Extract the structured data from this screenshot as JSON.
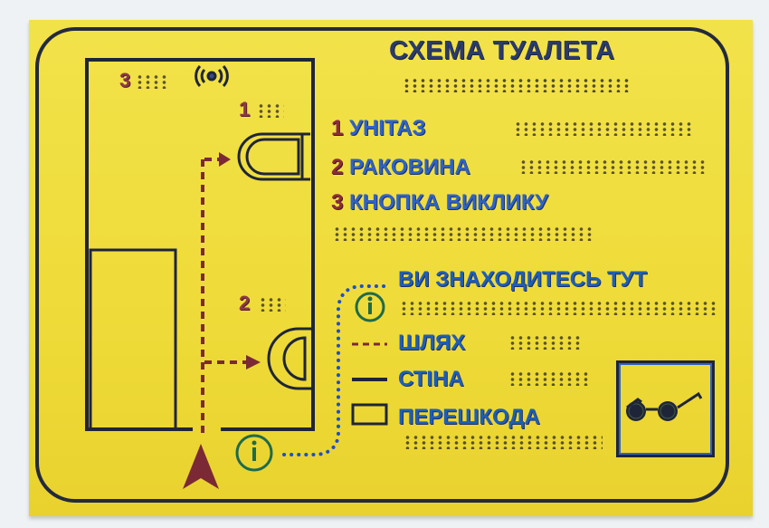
{
  "sign": {
    "title": "СХЕМА ТУАЛЕТА",
    "colors": {
      "plate": "#efdc3a",
      "border": "#232a3c",
      "legend_text": "#2f63c6",
      "number": "#8b2d3a",
      "path": "#7b2a35",
      "info_icon": "#1f6b4a",
      "dotted_trail": "#1e50c8"
    },
    "items": [
      {
        "num": "1",
        "label": "УНІТАЗ"
      },
      {
        "num": "2",
        "label": "РАКОВИНА"
      },
      {
        "num": "3",
        "label": "КНОПКА ВИКЛИКУ"
      }
    ],
    "legend": [
      {
        "icon": "info-icon",
        "label": "ВИ ЗНАХОДИТЕСЬ ТУТ"
      },
      {
        "icon": "dashed-path-icon",
        "label": "ШЛЯХ"
      },
      {
        "icon": "solid-line-icon",
        "label": "СТІНА"
      },
      {
        "icon": "rectangle-icon",
        "label": "ПЕРЕШКОДА"
      }
    ],
    "map_labels": {
      "toilet": "1",
      "sink": "2",
      "call_button": "3"
    },
    "icons": {
      "call_button": "radio-signal-icon",
      "pictogram": "glasses-icon",
      "you_are_here": "info-icon",
      "entrance": "arrow-up-icon"
    }
  }
}
